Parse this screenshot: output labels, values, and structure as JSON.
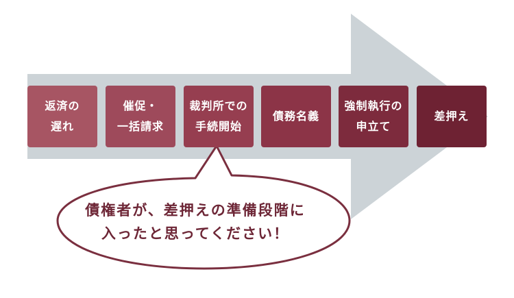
{
  "colors": {
    "arrow": "#ccd3d7",
    "step_1": "#a75563",
    "step_2": "#9e4a5b",
    "step_3": "#963e50",
    "step_4": "#8c3447",
    "step_5": "#7d2b3d",
    "step_6": "#6e2233",
    "bubble_stroke": "#7a2f3f",
    "bubble_text": "#6d2636"
  },
  "steps": [
    {
      "label": "返済の\n遅れ"
    },
    {
      "label": "催促・\n一括請求"
    },
    {
      "label": "裁判所での\n手続開始"
    },
    {
      "label": "債務名義"
    },
    {
      "label": "強制執行の\n申立て"
    },
    {
      "label": "差押え"
    }
  ],
  "callout": {
    "text": "債権者が、差押えの準備段階に\n入ったと思ってください！"
  }
}
